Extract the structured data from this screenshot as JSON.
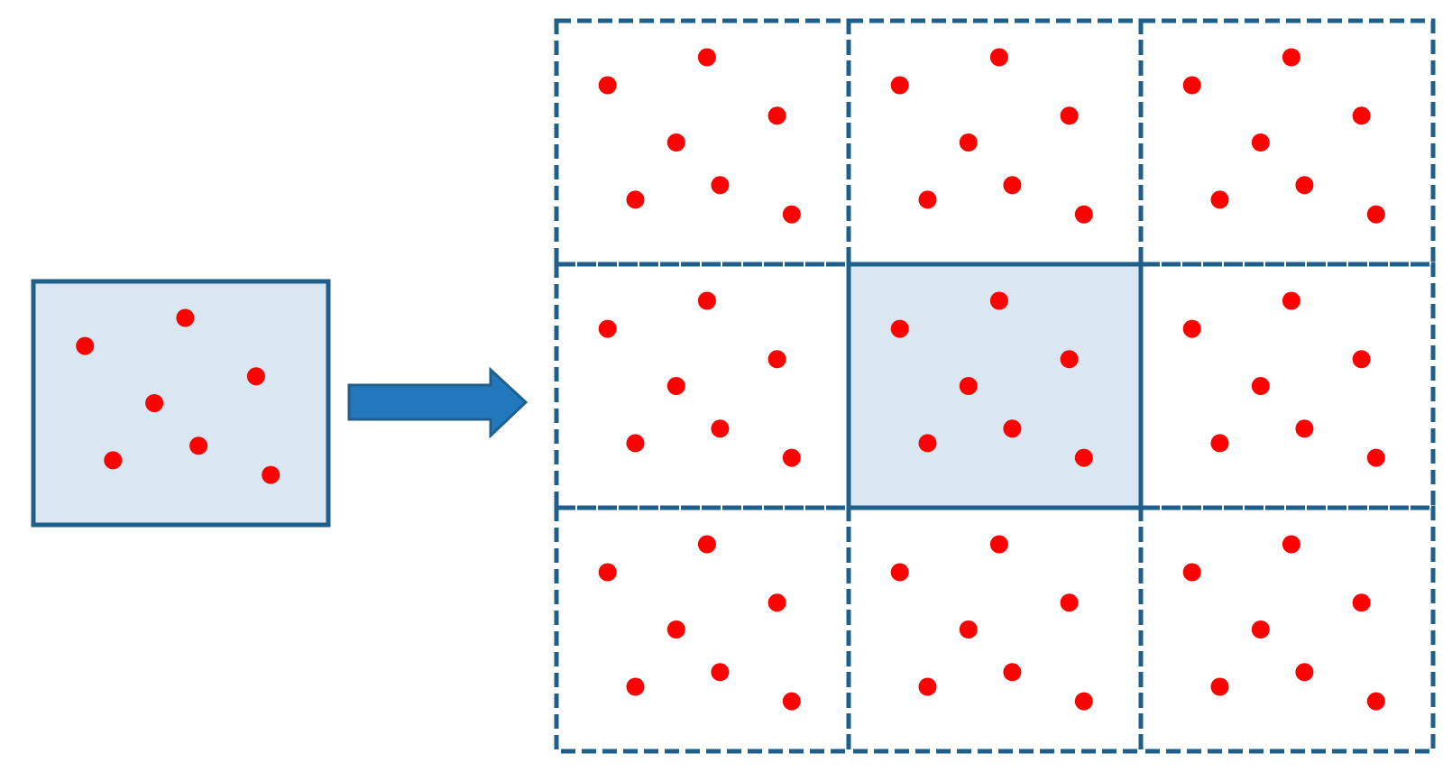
{
  "colors": {
    "box_stroke": "#1F5F8B",
    "box_fill": "#DAE7F3",
    "particle": "#FF0000",
    "arrow_fill": "#2378BD",
    "arrow_stroke": "#1F5F8B",
    "background": "#FFFFFF"
  },
  "diagram": {
    "source_box": {
      "particle_count": 7
    },
    "arrow": {
      "direction": "right"
    },
    "periodic_grid": {
      "rows": 3,
      "cols": 3,
      "center_cell": [
        1,
        1
      ],
      "center_style": "solid, shaded",
      "image_style": "dashed, unshaded",
      "particles_per_cell": 7
    }
  }
}
